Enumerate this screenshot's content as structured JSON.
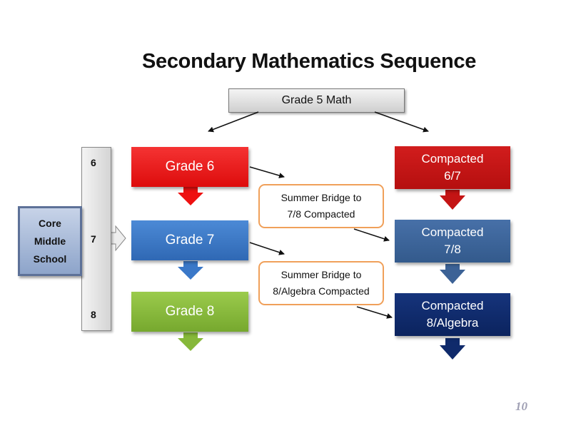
{
  "title": "Secondary Mathematics Sequence",
  "start": {
    "label": "Grade 5 Math"
  },
  "grade_scale": [
    "6",
    "7",
    "8"
  ],
  "core": {
    "lines": [
      "Core",
      "Middle",
      "School"
    ]
  },
  "standard_track": [
    {
      "label": "Grade 6",
      "color": "#ee1111"
    },
    {
      "label": "Grade 7",
      "color": "#3a78c8"
    },
    {
      "label": "Grade 8",
      "color": "#86b83a"
    }
  ],
  "compacted_track": [
    {
      "line1": "Compacted",
      "line2": "6/7",
      "color": "#c41414"
    },
    {
      "line1": "Compacted",
      "line2": "7/8",
      "color": "#3c6296"
    },
    {
      "line1": "Compacted",
      "line2": "8/Algebra",
      "color": "#0f2a6b"
    }
  ],
  "bridges": [
    {
      "line1": "Summer Bridge to",
      "line2": "7/8 Compacted"
    },
    {
      "line1": "Summer Bridge to",
      "line2": "8/Algebra Compacted"
    }
  ],
  "page_number": "10"
}
